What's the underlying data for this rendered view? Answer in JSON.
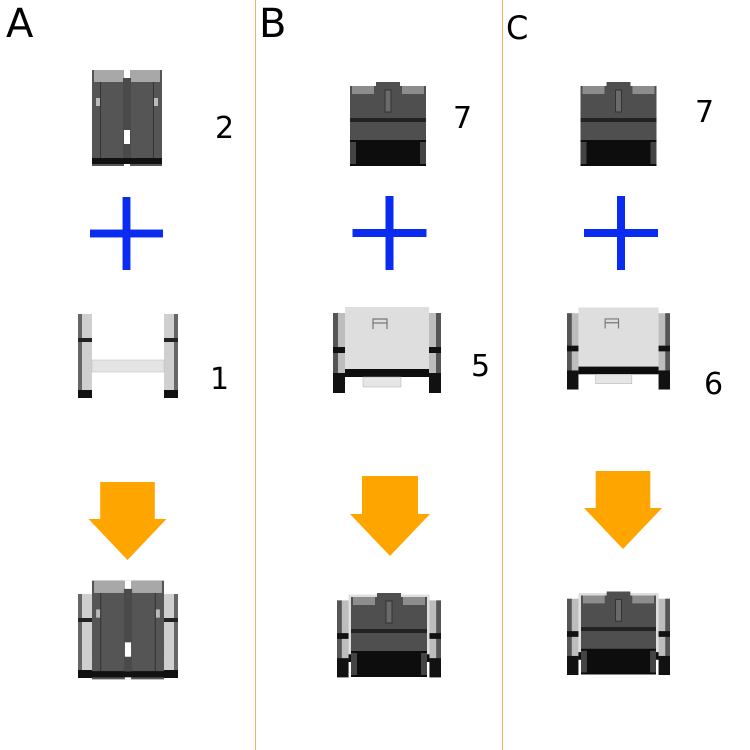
{
  "columns": [
    {
      "label": "A",
      "top_part_number": "2",
      "bottom_part_number": "1"
    },
    {
      "label": "B",
      "top_part_number": "7",
      "bottom_part_number": "5"
    },
    {
      "label": "C",
      "top_part_number": "7",
      "bottom_part_number": "6"
    }
  ],
  "colors": {
    "plus": "#0a2bf0",
    "arrow": "#ffa500",
    "divider": "#f2b35a",
    "dark_part": "#4d4d4d",
    "light_part": "#dedede"
  }
}
